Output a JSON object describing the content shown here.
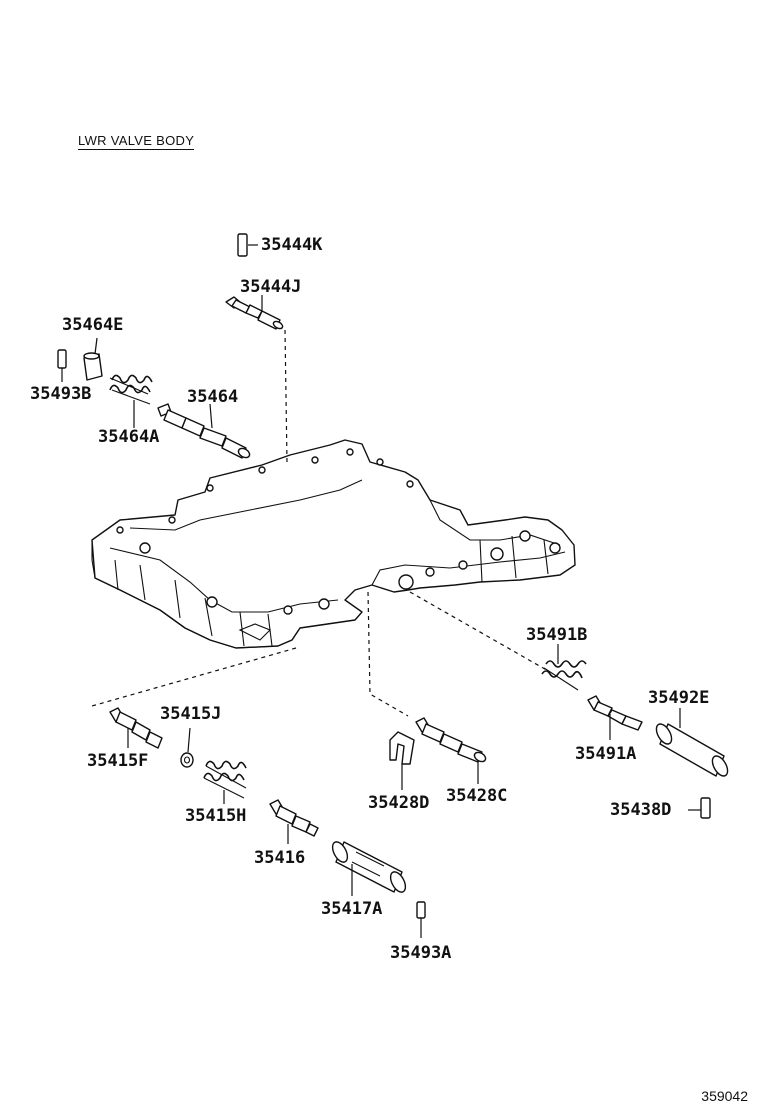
{
  "section_title": "LWR VALVE BODY",
  "figure_id": "359042",
  "parts": [
    {
      "id": "p0",
      "label": "35444K"
    },
    {
      "id": "p1",
      "label": "35444J"
    },
    {
      "id": "p2",
      "label": "35464E"
    },
    {
      "id": "p3",
      "label": "35493B"
    },
    {
      "id": "p4",
      "label": "35464"
    },
    {
      "id": "p5",
      "label": "35464A"
    },
    {
      "id": "p6",
      "label": "35491B"
    },
    {
      "id": "p7",
      "label": "35492E"
    },
    {
      "id": "p8",
      "label": "35491A"
    },
    {
      "id": "p9",
      "label": "35438D"
    },
    {
      "id": "p10",
      "label": "35415J"
    },
    {
      "id": "p11",
      "label": "35415F"
    },
    {
      "id": "p12",
      "label": "35415H"
    },
    {
      "id": "p13",
      "label": "35416"
    },
    {
      "id": "p14",
      "label": "35428D"
    },
    {
      "id": "p15",
      "label": "35428C"
    },
    {
      "id": "p16",
      "label": "35417A"
    },
    {
      "id": "p17",
      "label": "35493A"
    }
  ]
}
